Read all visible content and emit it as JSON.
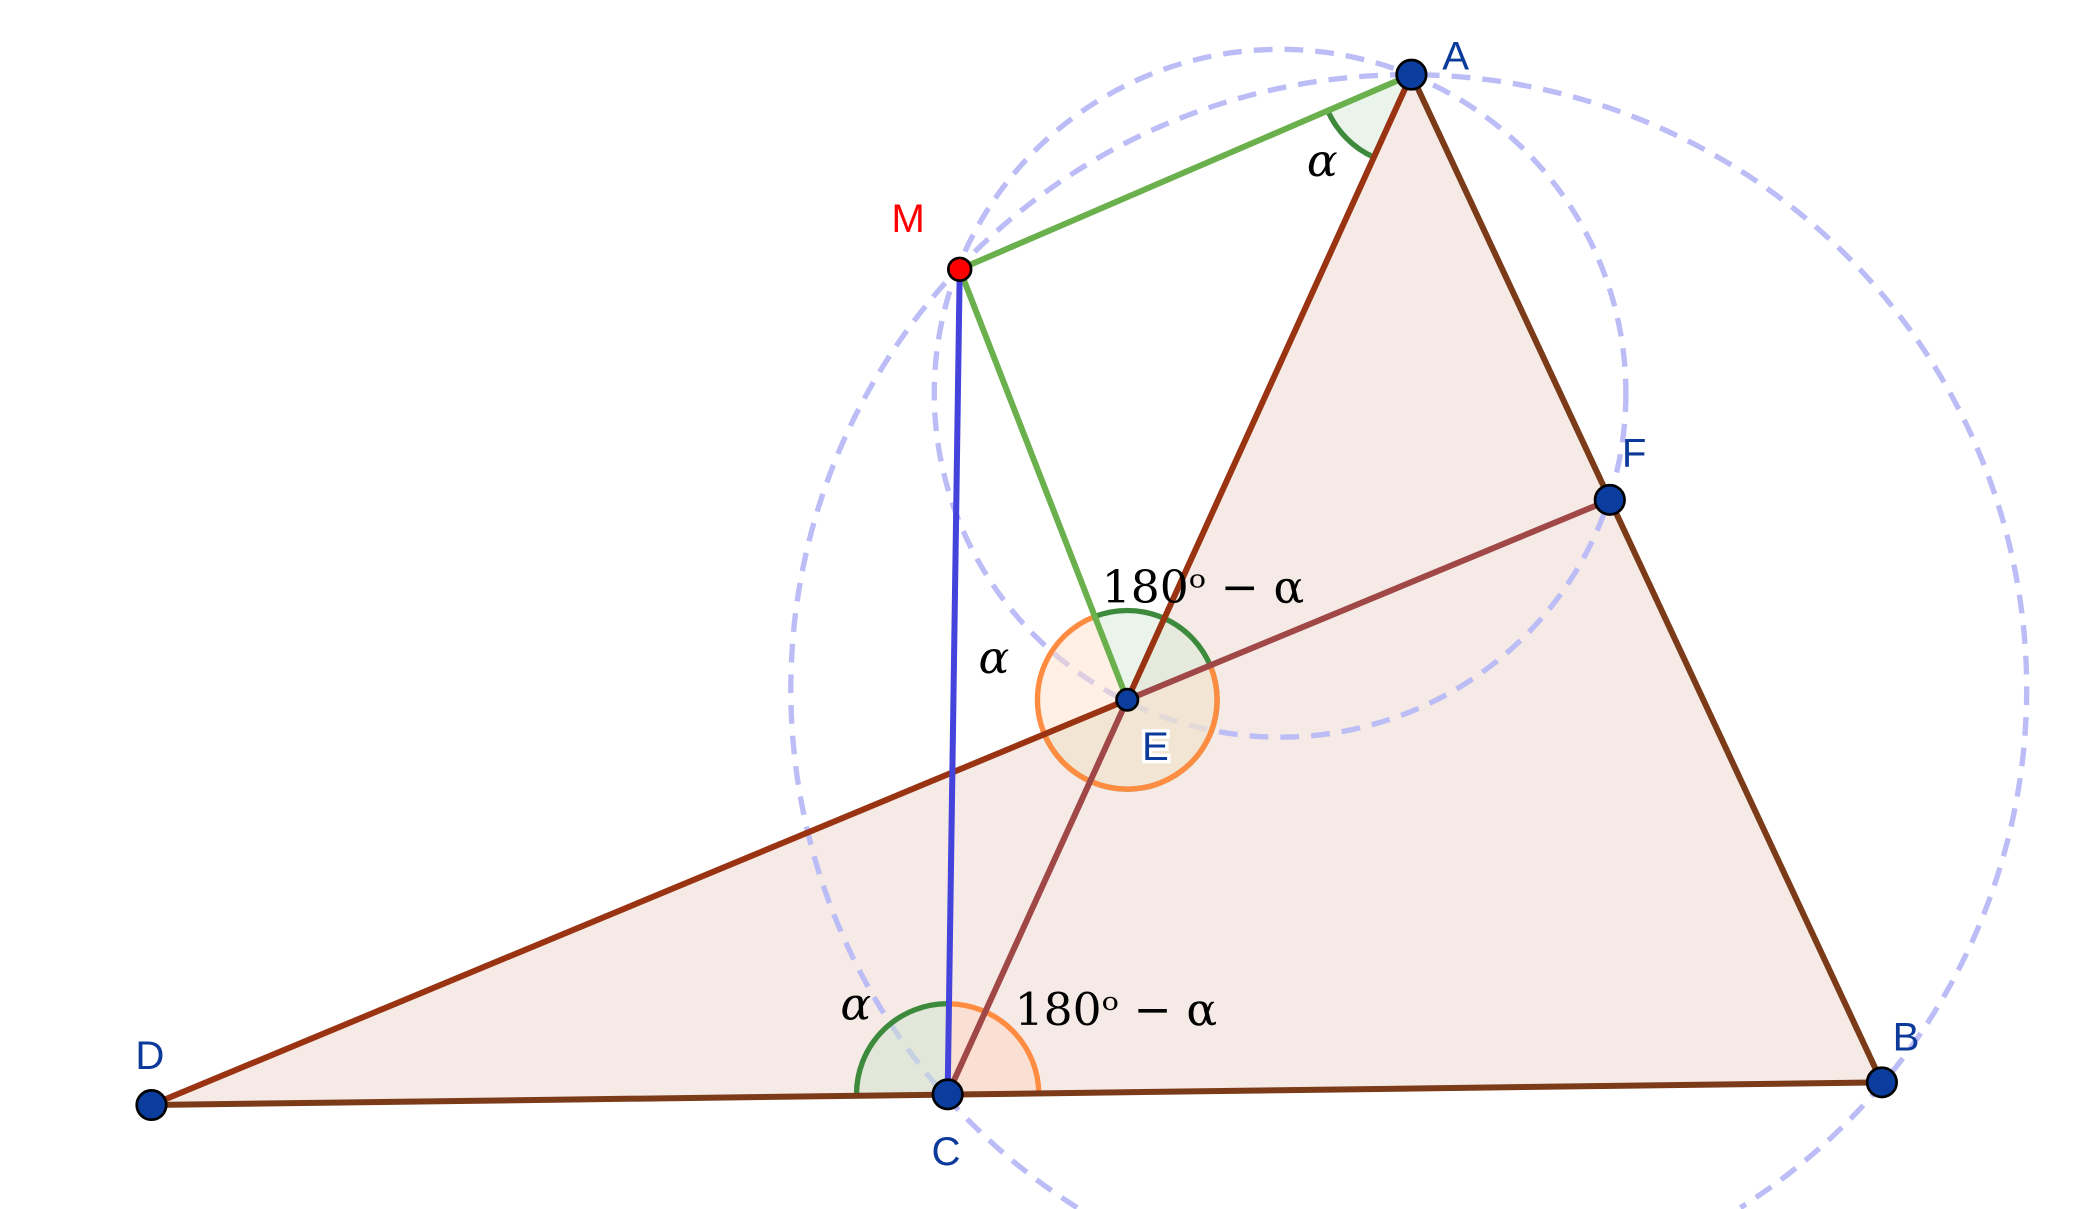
{
  "points": {
    "A": "A",
    "B": "B",
    "C": "C",
    "D": "D",
    "E": "E",
    "F": "F",
    "M": "M"
  },
  "angle_labels": {
    "alpha_A": "α",
    "alpha_E": "α",
    "alpha_C": "α",
    "supp_E": "180ᵒ − α",
    "supp_C": "180ᵒ − α"
  },
  "colors": {
    "triangle_fill": "#f3e6e1",
    "side_dark": "#7b3a18",
    "side_red": "#993311",
    "side_light": "#a04848",
    "green_segment": "#6ab04c",
    "blue_segment": "#4444dd",
    "circle_dashed": "#bcbcf7",
    "angle_green": "#3d8a3d",
    "angle_orange": "#ff8c40",
    "point_fill": "#0a3d9e",
    "point_M_fill": "#ff0000"
  }
}
